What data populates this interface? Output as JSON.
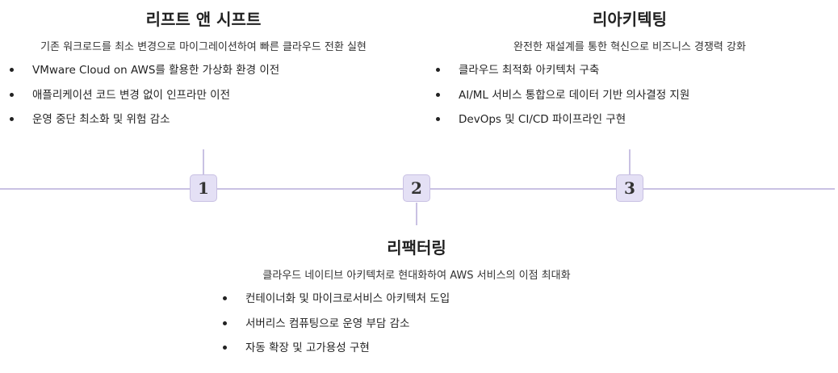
{
  "timeline": {
    "stages": [
      {
        "number": "1",
        "title": "리프트 앤 시프트",
        "description": "기존 워크로드를 최소 변경으로 마이그레이션하여 빠른 클라우드 전환 실현",
        "bullets": [
          "VMware Cloud on AWS를 활용한 가상화 환경 이전",
          "애플리케이션 코드 변경 없이 인프라만 이전",
          "운영 중단 최소화 및 위험 감소"
        ]
      },
      {
        "number": "2",
        "title": "리팩터링",
        "description": "클라우드 네이티브 아키텍처로 현대화하여 AWS 서비스의 이점 최대화",
        "bullets": [
          "컨테이너화 및 마이크로서비스 아키텍처 도입",
          "서버리스 컴퓨팅으로 운영 부담 감소",
          "자동 확장 및 고가용성 구현"
        ]
      },
      {
        "number": "3",
        "title": "리아키텍팅",
        "description": "완전한 재설계를 통한 혁신으로 비즈니스 경쟁력 강화",
        "bullets": [
          "클라우드 최적화 아키텍처 구축",
          "AI/ML 서비스 통합으로 데이터 기반 의사결정 지원",
          "DevOps 및 CI/CD 파이프라인 구현"
        ]
      }
    ]
  }
}
